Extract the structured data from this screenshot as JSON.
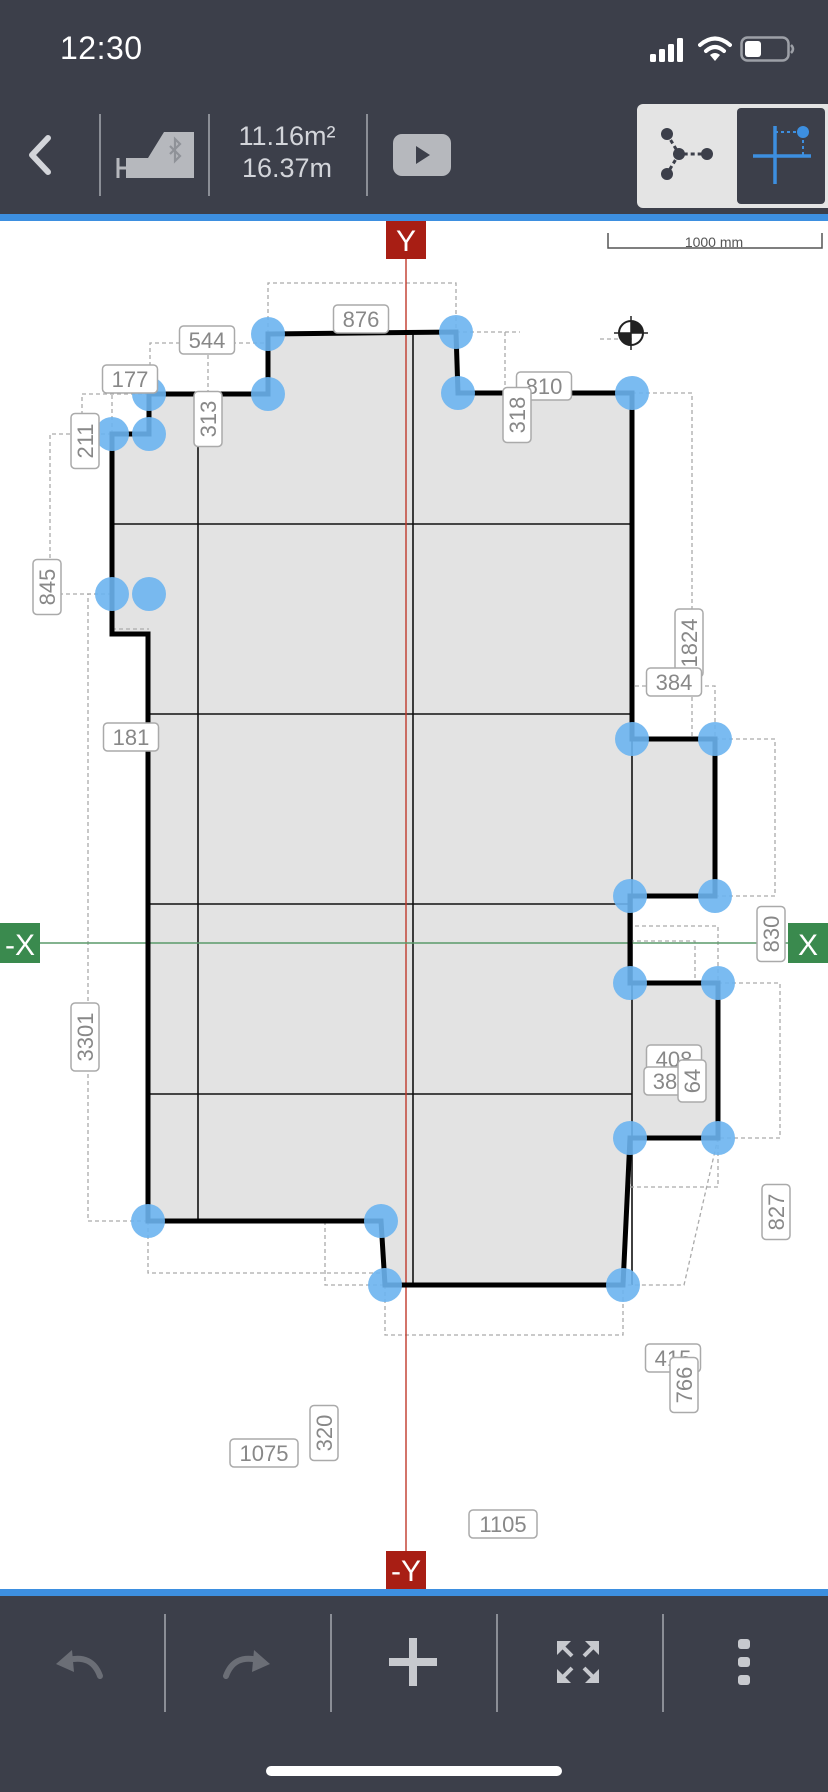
{
  "status_bar": {
    "time": "12:30"
  },
  "toolbar": {
    "area": "11.16m²",
    "perimeter": "16.37m",
    "icons": [
      "back-chevron-icon",
      "bluetooth-laser-device-icon",
      "play-video-icon",
      "polyline-mode-icon",
      "point-mode-icon"
    ]
  },
  "canvas": {
    "scale_bar_label": "1000 mm",
    "axes": {
      "y_positive": "Y",
      "y_negative": "-Y",
      "x_positive": "X",
      "x_negative": "-X"
    },
    "dimensions": [
      {
        "label": "876",
        "rotated": false
      },
      {
        "label": "544",
        "rotated": false
      },
      {
        "label": "313",
        "rotated": true
      },
      {
        "label": "810",
        "rotated": false
      },
      {
        "label": "318",
        "rotated": true
      },
      {
        "label": "177",
        "rotated": false
      },
      {
        "label": "211",
        "rotated": true
      },
      {
        "label": "845",
        "rotated": true
      },
      {
        "label": "181",
        "rotated": false
      },
      {
        "label": "1824",
        "rotated": true
      },
      {
        "label": "384",
        "rotated": false
      },
      {
        "label": "830",
        "rotated": true
      },
      {
        "label": "408",
        "rotated": false
      },
      {
        "label": "38",
        "rotated": false
      },
      {
        "label": "64",
        "rotated": true
      },
      {
        "label": "3301",
        "rotated": true
      },
      {
        "label": "827",
        "rotated": true
      },
      {
        "label": "415",
        "rotated": false
      },
      {
        "label": "766",
        "rotated": true
      },
      {
        "label": "320",
        "rotated": true
      },
      {
        "label": "1075",
        "rotated": false
      },
      {
        "label": "1105",
        "rotated": false
      }
    ]
  },
  "bottom_bar": {
    "buttons": [
      {
        "icon": "undo-icon",
        "enabled": false
      },
      {
        "icon": "redo-icon",
        "enabled": false
      },
      {
        "icon": "plus-icon",
        "enabled": true
      },
      {
        "icon": "expand-arrows-icon",
        "enabled": true
      },
      {
        "icon": "more-vertical-icon",
        "enabled": true
      }
    ]
  },
  "colors": {
    "bar_background": "#3c3f4a",
    "accent_blue": "#3d8fe0",
    "vertex_blue": "#6cb4f0",
    "axis_red": "#a81e14",
    "axis_green": "#3a8a4e",
    "floor_fill": "#e3e3e3"
  }
}
